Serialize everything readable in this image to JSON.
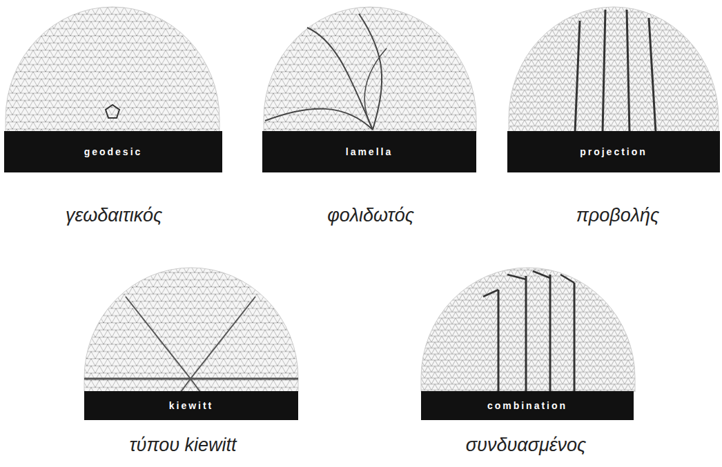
{
  "diagram": {
    "nodes": [
      {
        "text": [
          "geodesic"
        ]
      },
      {
        "text": [
          "lamella"
        ]
      },
      {
        "text": [
          "projection"
        ]
      },
      {
        "text": [
          "kiewitt"
        ]
      },
      {
        "text": [
          "combination"
        ]
      }
    ],
    "labels": [
      "γεωδαιτικός",
      "φολιδωτός",
      "προβολής",
      "τύπου kiewitt",
      "συνδυασμένος"
    ]
  }
}
